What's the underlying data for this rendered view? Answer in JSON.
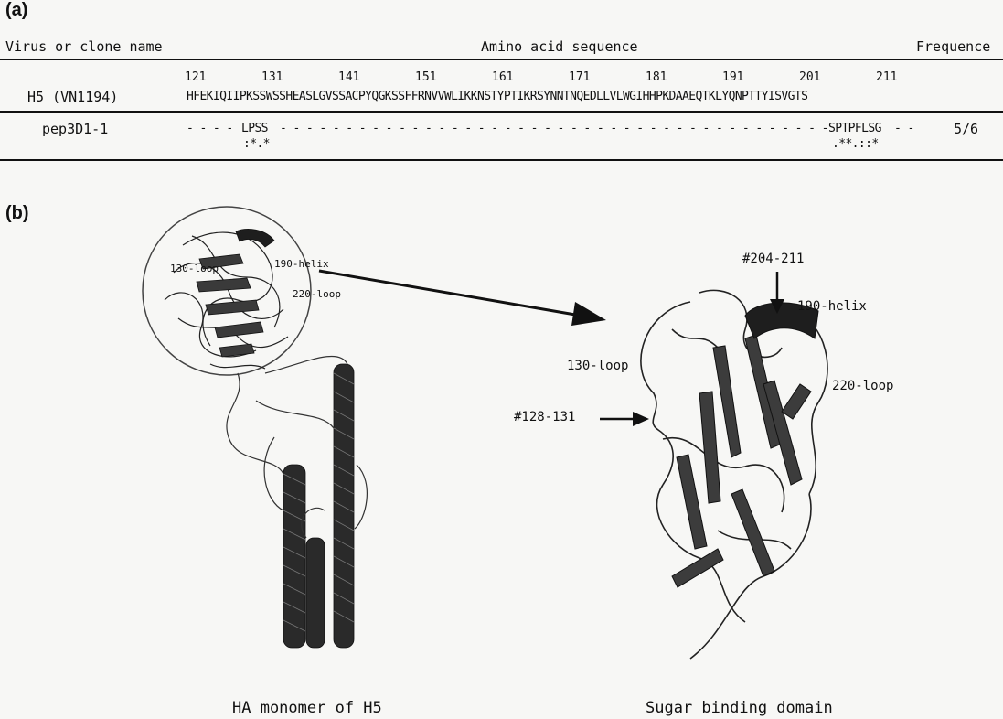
{
  "panel_a": {
    "label": "(a)",
    "header": {
      "col_name": "Virus or clone name",
      "col_seq": "Amino acid sequence",
      "col_freq": "Frequence"
    },
    "positions": [
      "121",
      "131",
      "141",
      "151",
      "161",
      "171",
      "181",
      "191",
      "201",
      "211"
    ],
    "reference": {
      "name": "H5 (VN1194)",
      "sequence": "HFEKIQIIPKSSWSSHEASLGVSSACPYQGKSSFFRNVVWLIKKNSTYPTIKRSYNNTNQEDLLVLWGIHHPKDAAEQTKLYQNPTTYISVGTS"
    },
    "clone": {
      "name": "pep3D1-1",
      "dashes_left": "- - - -",
      "motif1": "LPSS",
      "motif1_marks": ":*.*",
      "dashes_mid": "- - - - - - - - - - - - - - - - - - - - - - - - - - - - - - - - - - - - - - - - - - - - -",
      "motif2": "SPTPFLSG",
      "motif2_marks": ".**.::*",
      "dashes_right": "- -",
      "frequency": "5/6"
    }
  },
  "panel_b": {
    "label": "(b)",
    "left_caption": "HA monomer of H5",
    "right_caption": "Sugar binding domain",
    "left_labels": {
      "loop130": "130-loop",
      "helix190": "190-helix",
      "loop220": "220-loop"
    },
    "right_labels": {
      "site204": "#204-211",
      "helix190": "190-helix",
      "loop130": "130-loop",
      "loop220": "220-loop",
      "site128": "#128-131"
    }
  }
}
